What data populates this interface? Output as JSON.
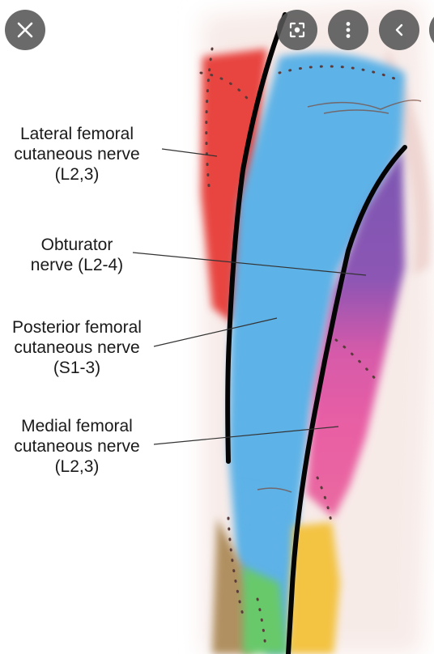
{
  "viewer": {
    "toolbar": {
      "close_icon": "close-icon",
      "lens_icon": "visual-search-icon",
      "more_icon": "more-vertical-icon",
      "prev_icon": "chevron-left-icon",
      "next_icon": "chevron-right-icon"
    },
    "image": {
      "labels": [
        {
          "id": "lateral",
          "lines": [
            "Lateral femoral",
            "cutaneous nerve",
            "(L2,3)"
          ],
          "color": "#e8443f"
        },
        {
          "id": "obturator",
          "lines": [
            "Obturator",
            "nerve (L2-4)"
          ],
          "color": "#7b57b2"
        },
        {
          "id": "posterior",
          "lines": [
            "Posterior femoral",
            "cutaneous nerve",
            "(S1-3)"
          ],
          "color": "#5db2e7"
        },
        {
          "id": "medial",
          "lines": [
            "Medial femoral",
            "cutaneous nerve",
            "(L2,3)"
          ],
          "color": "#e85ea4"
        }
      ]
    }
  }
}
